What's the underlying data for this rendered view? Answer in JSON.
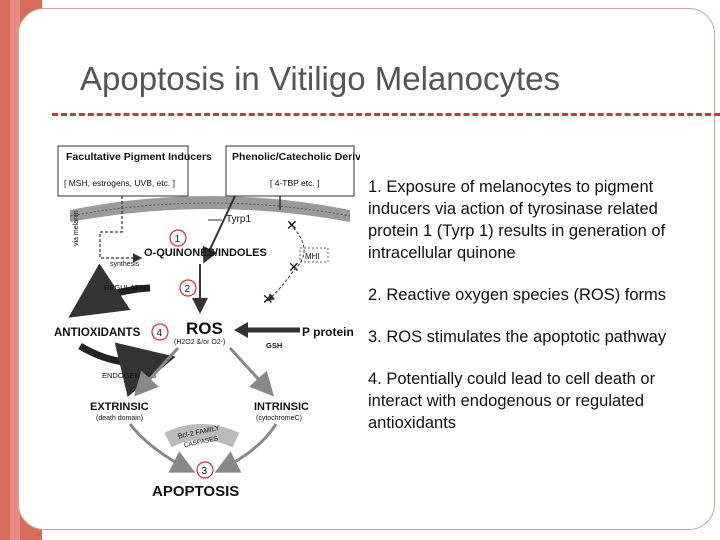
{
  "slide": {
    "title": "Apoptosis in Vitiligo Melanocytes",
    "points": [
      "1. Exposure of melanocytes to pigment inducers via action of tyrosinase related protein 1 (Tyrp 1) results in generation of intracellular quinone",
      "2. Reactive oxygen species (ROS) forms",
      "3. ROS stimulates the apoptotic pathway",
      "4. Potentially could lead to cell death or interact with endogenous or regulated antioxidants"
    ]
  },
  "diagram": {
    "box_left_title": "Facultative Pigment Inducers",
    "box_left_sub": "[ MSH, estrogens, UVB, etc. ]",
    "box_right_title": "Phenolic/Catecholic Derivatives",
    "box_right_sub": "[ 4-TBP etc. ]",
    "tyrp1": "Tyrp1",
    "melanin": "via melanin",
    "synthesis": "synthesis",
    "quinones": "O-QUINONES/INDOLES",
    "mhi": "MHI",
    "regulated": "REGULATED",
    "antioxidants": "ANTIOXIDANTS",
    "ros": "ROS",
    "ros_sub": "(H2O2 &/or O2-)",
    "gsh": "GSH",
    "p_protein": "P protein",
    "endogenous": "ENDOGENOUS",
    "extrinsic": "EXTRINSIC",
    "extrinsic_sub": "(death domain)",
    "intrinsic": "INTRINSIC",
    "intrinsic_sub": "(cytochromeC)",
    "bcl2": "Bcl-2 FAMILY",
    "caspases": "CASPASES",
    "apoptosis": "APOPTOSIS",
    "n1": "1",
    "n2": "2",
    "n3": "3",
    "n4": "4"
  }
}
